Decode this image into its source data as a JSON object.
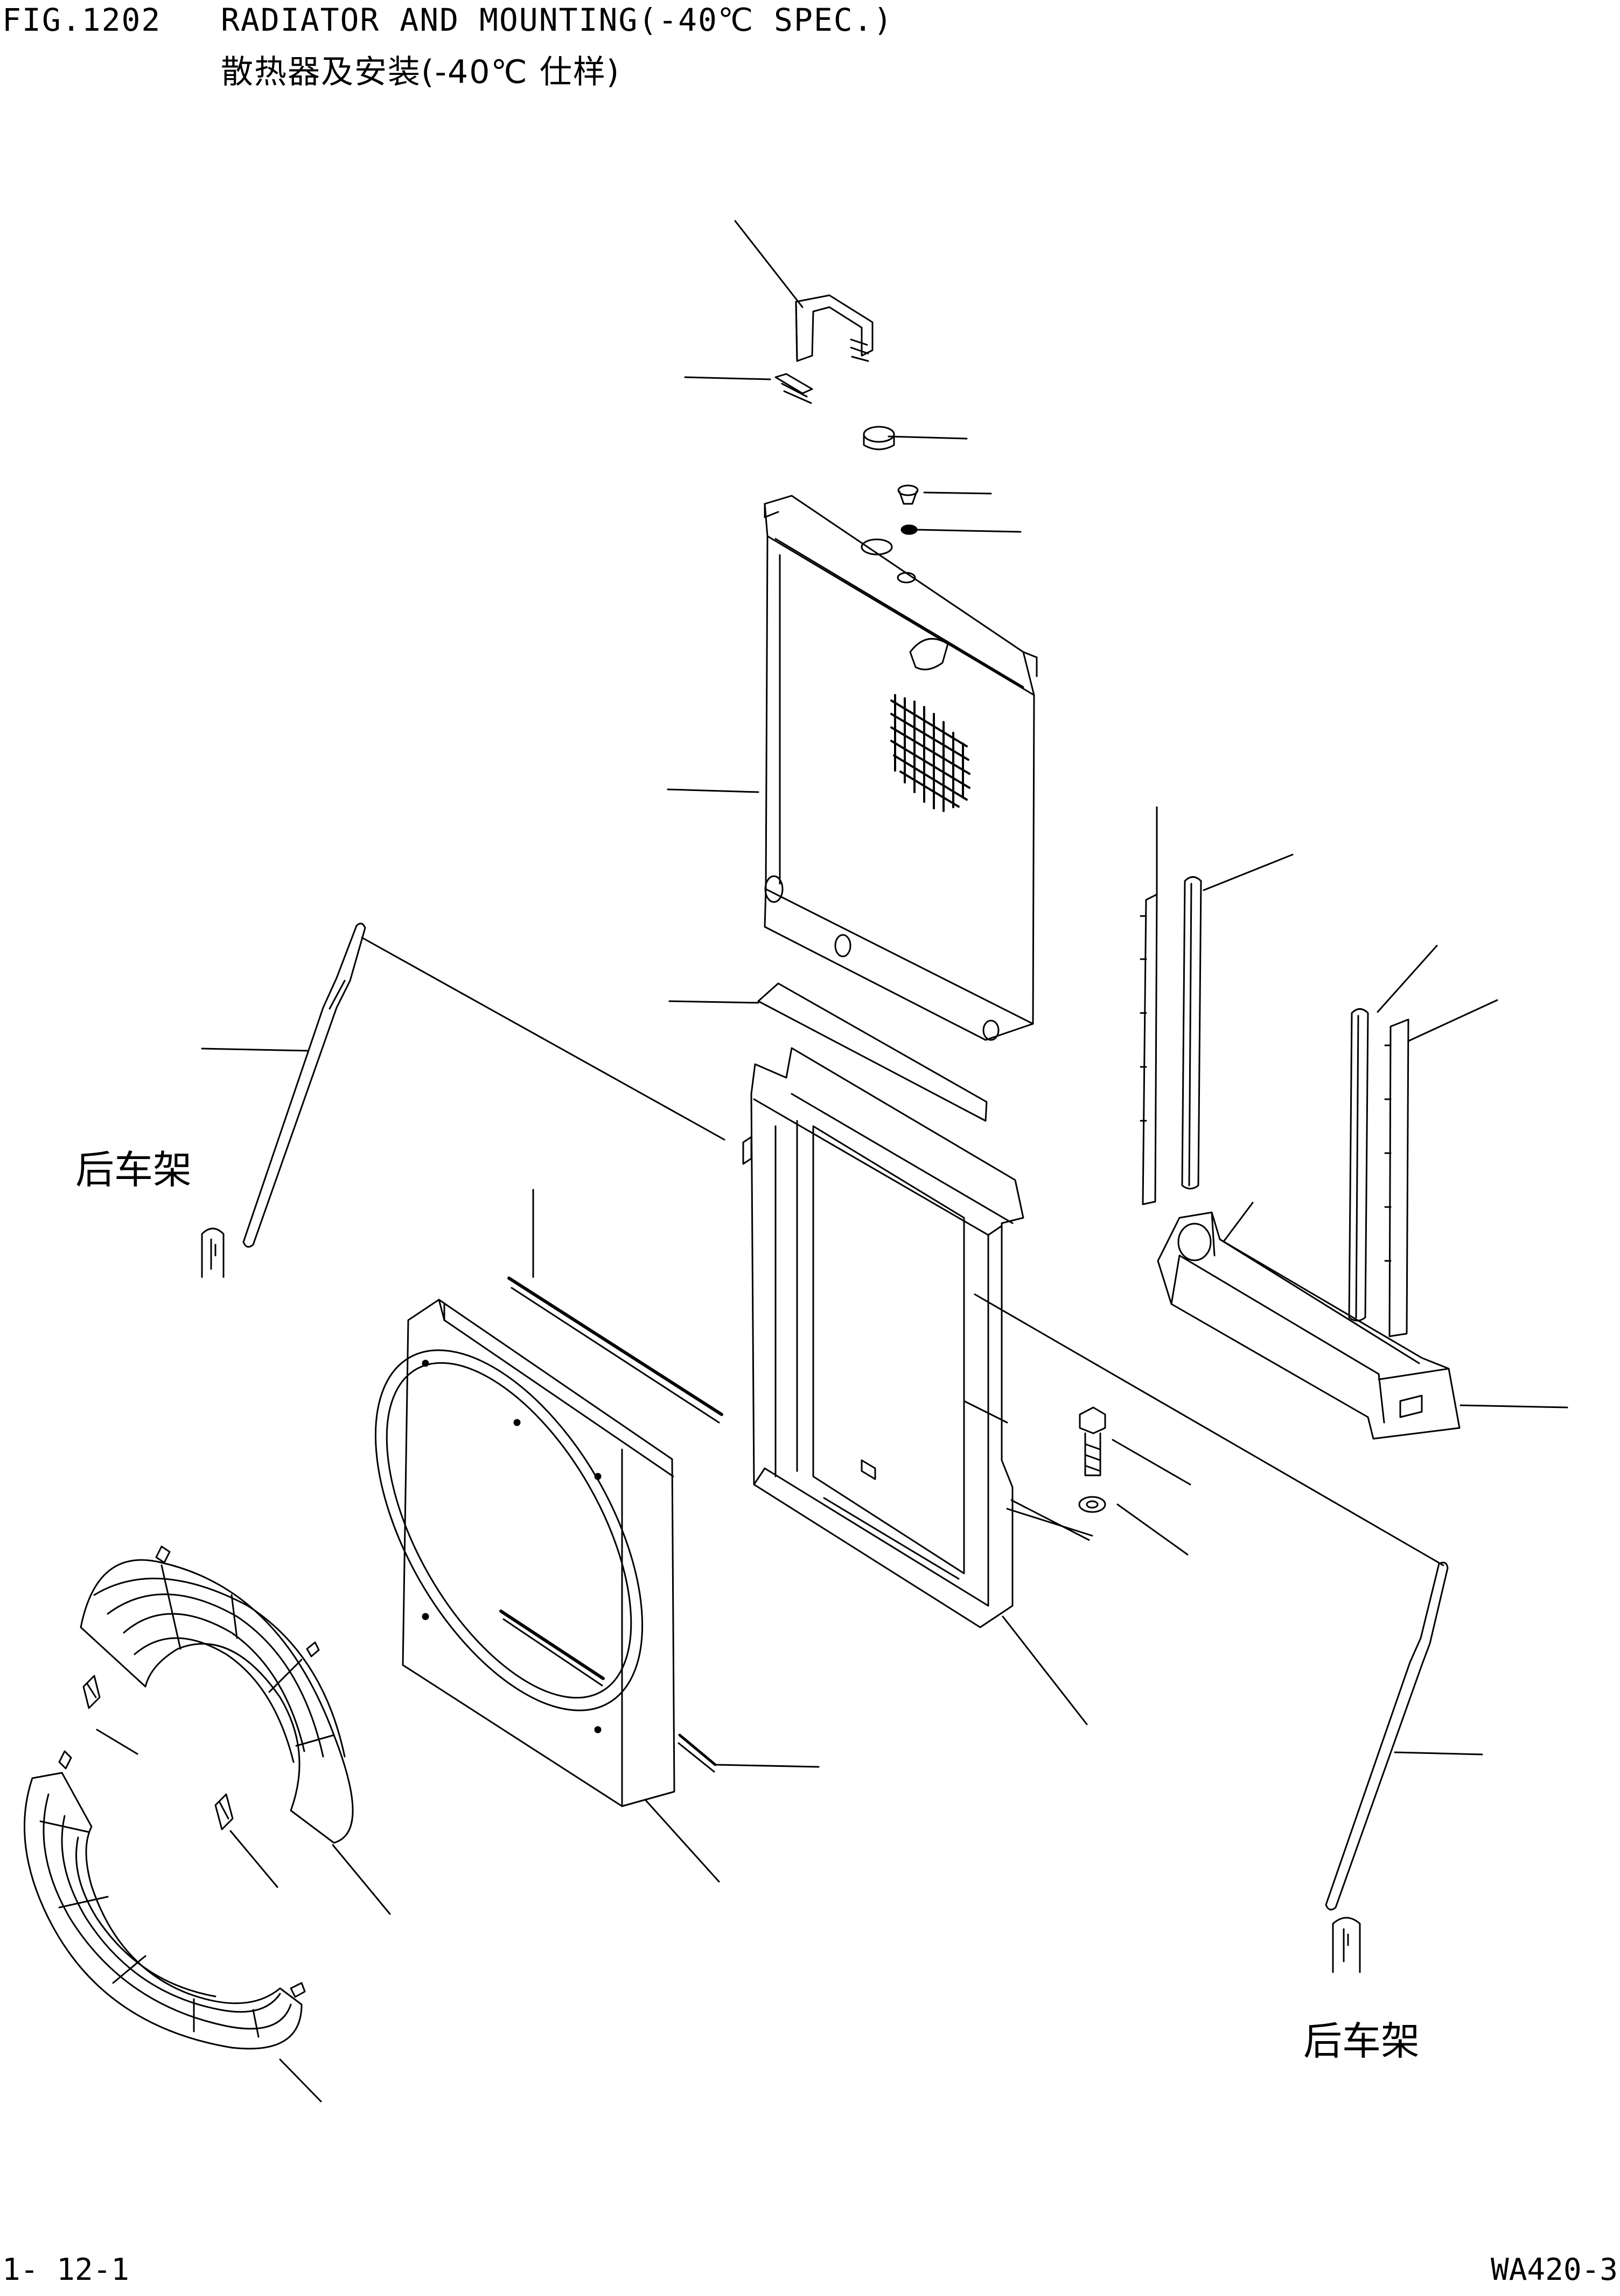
{
  "header": {
    "fig_number": "FIG.1202",
    "title_en": "RADIATOR AND MOUNTING(-40℃ SPEC.)",
    "title_zh": "散热器及安装(-40℃ 仕样)"
  },
  "labels": {
    "rear_frame_left": "后车架",
    "rear_frame_right": "后车架"
  },
  "footer": {
    "page_ref": "1- 12-1",
    "model_ref": "WA420-3"
  }
}
